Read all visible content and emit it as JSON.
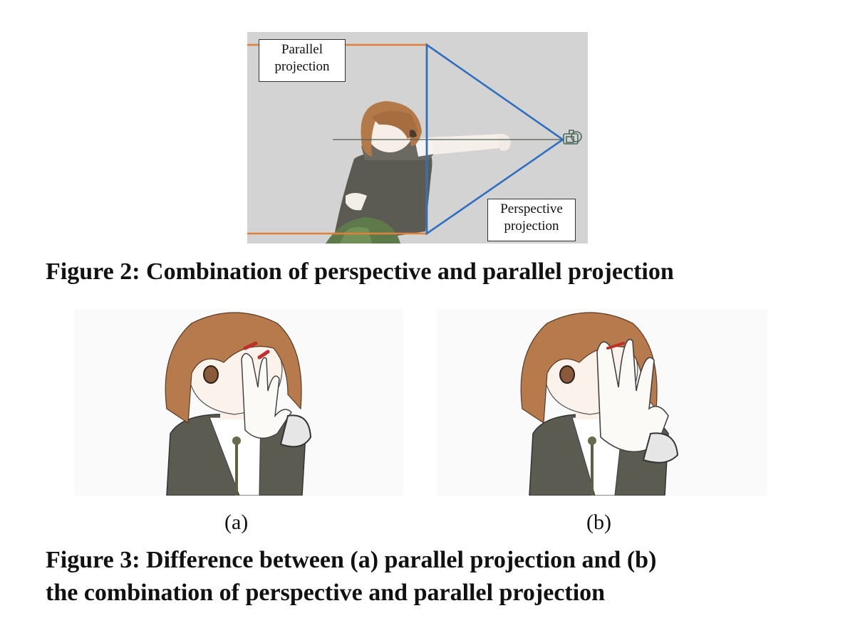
{
  "figure2": {
    "label_parallel_line1": "Parallel",
    "label_parallel_line2": "projection",
    "label_perspective_line1": "Perspective",
    "label_perspective_line2": "projection",
    "caption": "Figure 2: Combination of perspective and parallel projection"
  },
  "figure3": {
    "subfig_a": "(a)",
    "subfig_b": "(b)",
    "caption_line1": "Figure 3: Difference between (a) parallel projection and (b)",
    "caption_line2": "the combination of perspective and parallel projection"
  },
  "colors": {
    "parallel_frustum": "#e0803a",
    "perspective_frustum": "#2f6fc0",
    "viewport_bg": "#d3d3d3",
    "hair": "#b67a4c",
    "jacket": "#5a5a52",
    "skin": "#fbf2ec"
  }
}
